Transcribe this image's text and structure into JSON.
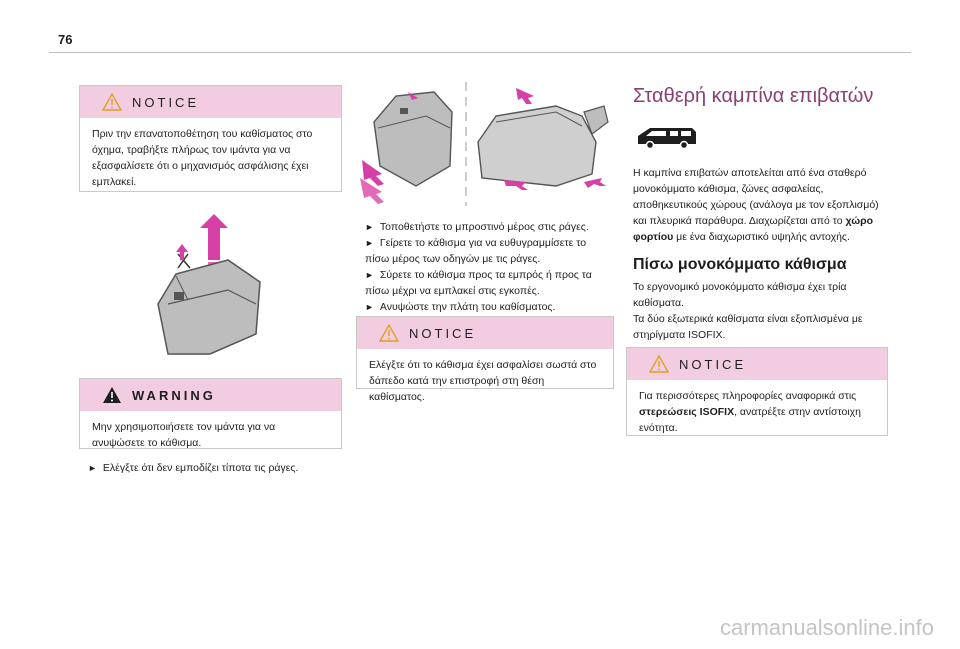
{
  "page": {
    "number": "76"
  },
  "col1": {
    "notice": {
      "title": "NOTICE",
      "text": "Πριν την επανατοποθέτηση του καθίσματος στο όχημα, τραβήξτε πλήρως τον ιμάντα για να εξασφαλίσετε ότι ο μηχανισμός ασφάλισης έχει εμπλακεί."
    },
    "warning": {
      "title": "WARNING",
      "text": "Μην χρησιμοποιήσετε τον ιμάντα για να ανυψώσετε το κάθισμα."
    },
    "bullet": "Ελέγξτε ότι δεν εμποδίζει τίποτα τις ράγες."
  },
  "col2": {
    "bullets": [
      "Τοποθετήστε το μπροστινό μέρος στις ράγες.",
      "Γείρετε το κάθισμα για να ευθυγραμμίσετε το πίσω μέρος των οδηγών με τις ράγες.",
      "Σύρετε το κάθισμα προς τα εμπρός ή προς τα πίσω μέχρι να εμπλακεί στις εγκοπές.",
      "Ανυψώστε την πλάτη του καθίσματος."
    ],
    "notice": {
      "title": "NOTICE",
      "text": "Ελέγξτε ότι το κάθισμα έχει ασφαλίσει σωστά στο δάπεδο κατά την επιστροφή στη θέση καθίσματος."
    }
  },
  "col3": {
    "section_title": "Σταθερή καμπίνα επιβατών",
    "intro_pre": "Η καμπίνα επιβατών αποτελείται από ένα σταθερό μονοκόμματο κάθισμα, ζώνες ασφαλείας, αποθηκευτικούς χώρους (ανάλογα με τον εξοπλισμό) και πλευρικά παράθυρα. Διαχωρίζεται από το ",
    "intro_bold": "χώρο φορτίου",
    "intro_post": " με ένα διαχωριστικό υψηλής αντοχής.",
    "subsection_title": "Πίσω μονοκόμματο κάθισμα",
    "sub_text_1": "Το εργονομικό μονοκόμματο κάθισμα έχει τρία καθίσματα.",
    "sub_text_2": "Τα δύο εξωτερικά καθίσματα είναι εξοπλισμένα με στηρίγματα ISOFIX.",
    "notice": {
      "title": "NOTICE",
      "text_pre": "Για περισσότερες πληροφορίες αναφορικά στις ",
      "text_bold": "στερεώσεις ISOFIX",
      "text_post": ", ανατρέξτε στην αντίστοιχη ενότητα."
    }
  },
  "watermark": "carmanualsonline.info",
  "colors": {
    "accent": "#8a3f73",
    "box_header": "#f2cde2",
    "arrow": "#d63fa5"
  }
}
